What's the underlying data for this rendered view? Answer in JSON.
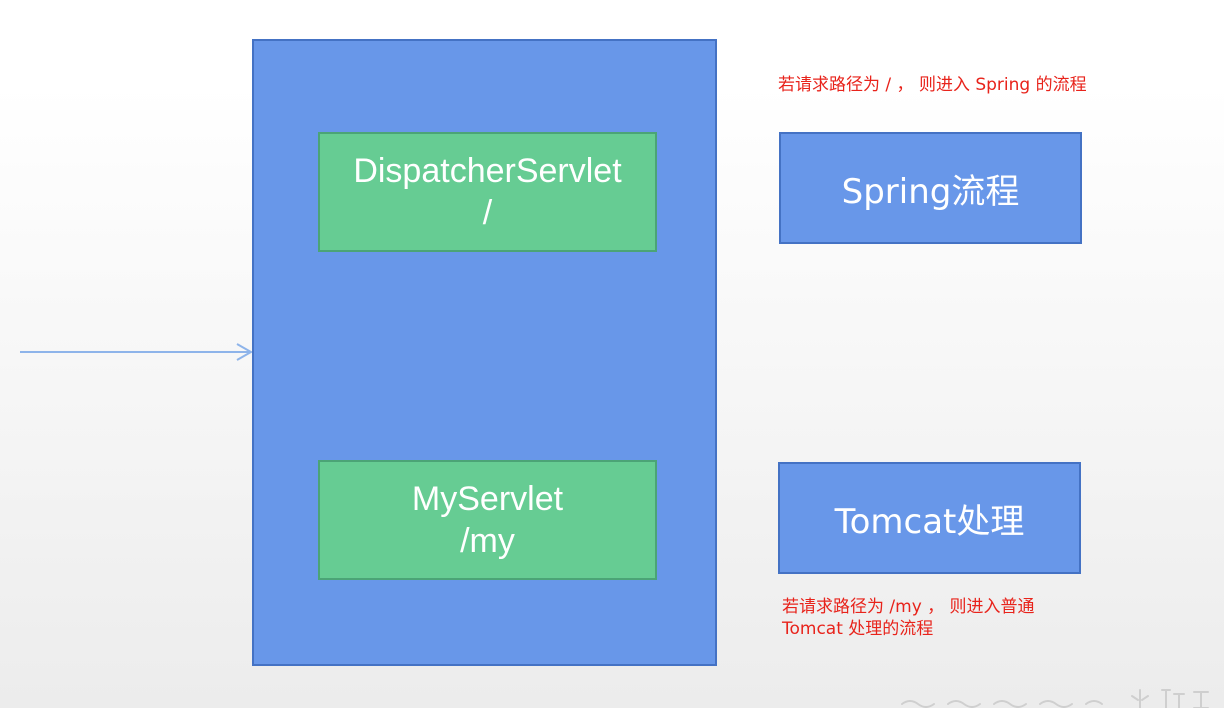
{
  "diagram": {
    "container": {
      "dispatcher_servlet": {
        "name": "DispatcherServlet",
        "mapping": "/"
      },
      "my_servlet": {
        "name": "MyServlet",
        "mapping": "/my"
      }
    },
    "spring_flow_label": "Spring流程",
    "tomcat_flow_label": "Tomcat处理",
    "spring_note": "若请求路径为 / ， 则进入 Spring 的流程",
    "tomcat_note_line1": "若请求路径为 /my ， 则进入普通",
    "tomcat_note_line2": "Tomcat 处理的流程"
  },
  "colors": {
    "container_fill": "#6897e9",
    "container_border": "#4472c4",
    "servlet_fill": "#66cc93",
    "servlet_border": "#4ba476",
    "note_text": "#e8231b",
    "arrow": "#8eb4ea"
  }
}
